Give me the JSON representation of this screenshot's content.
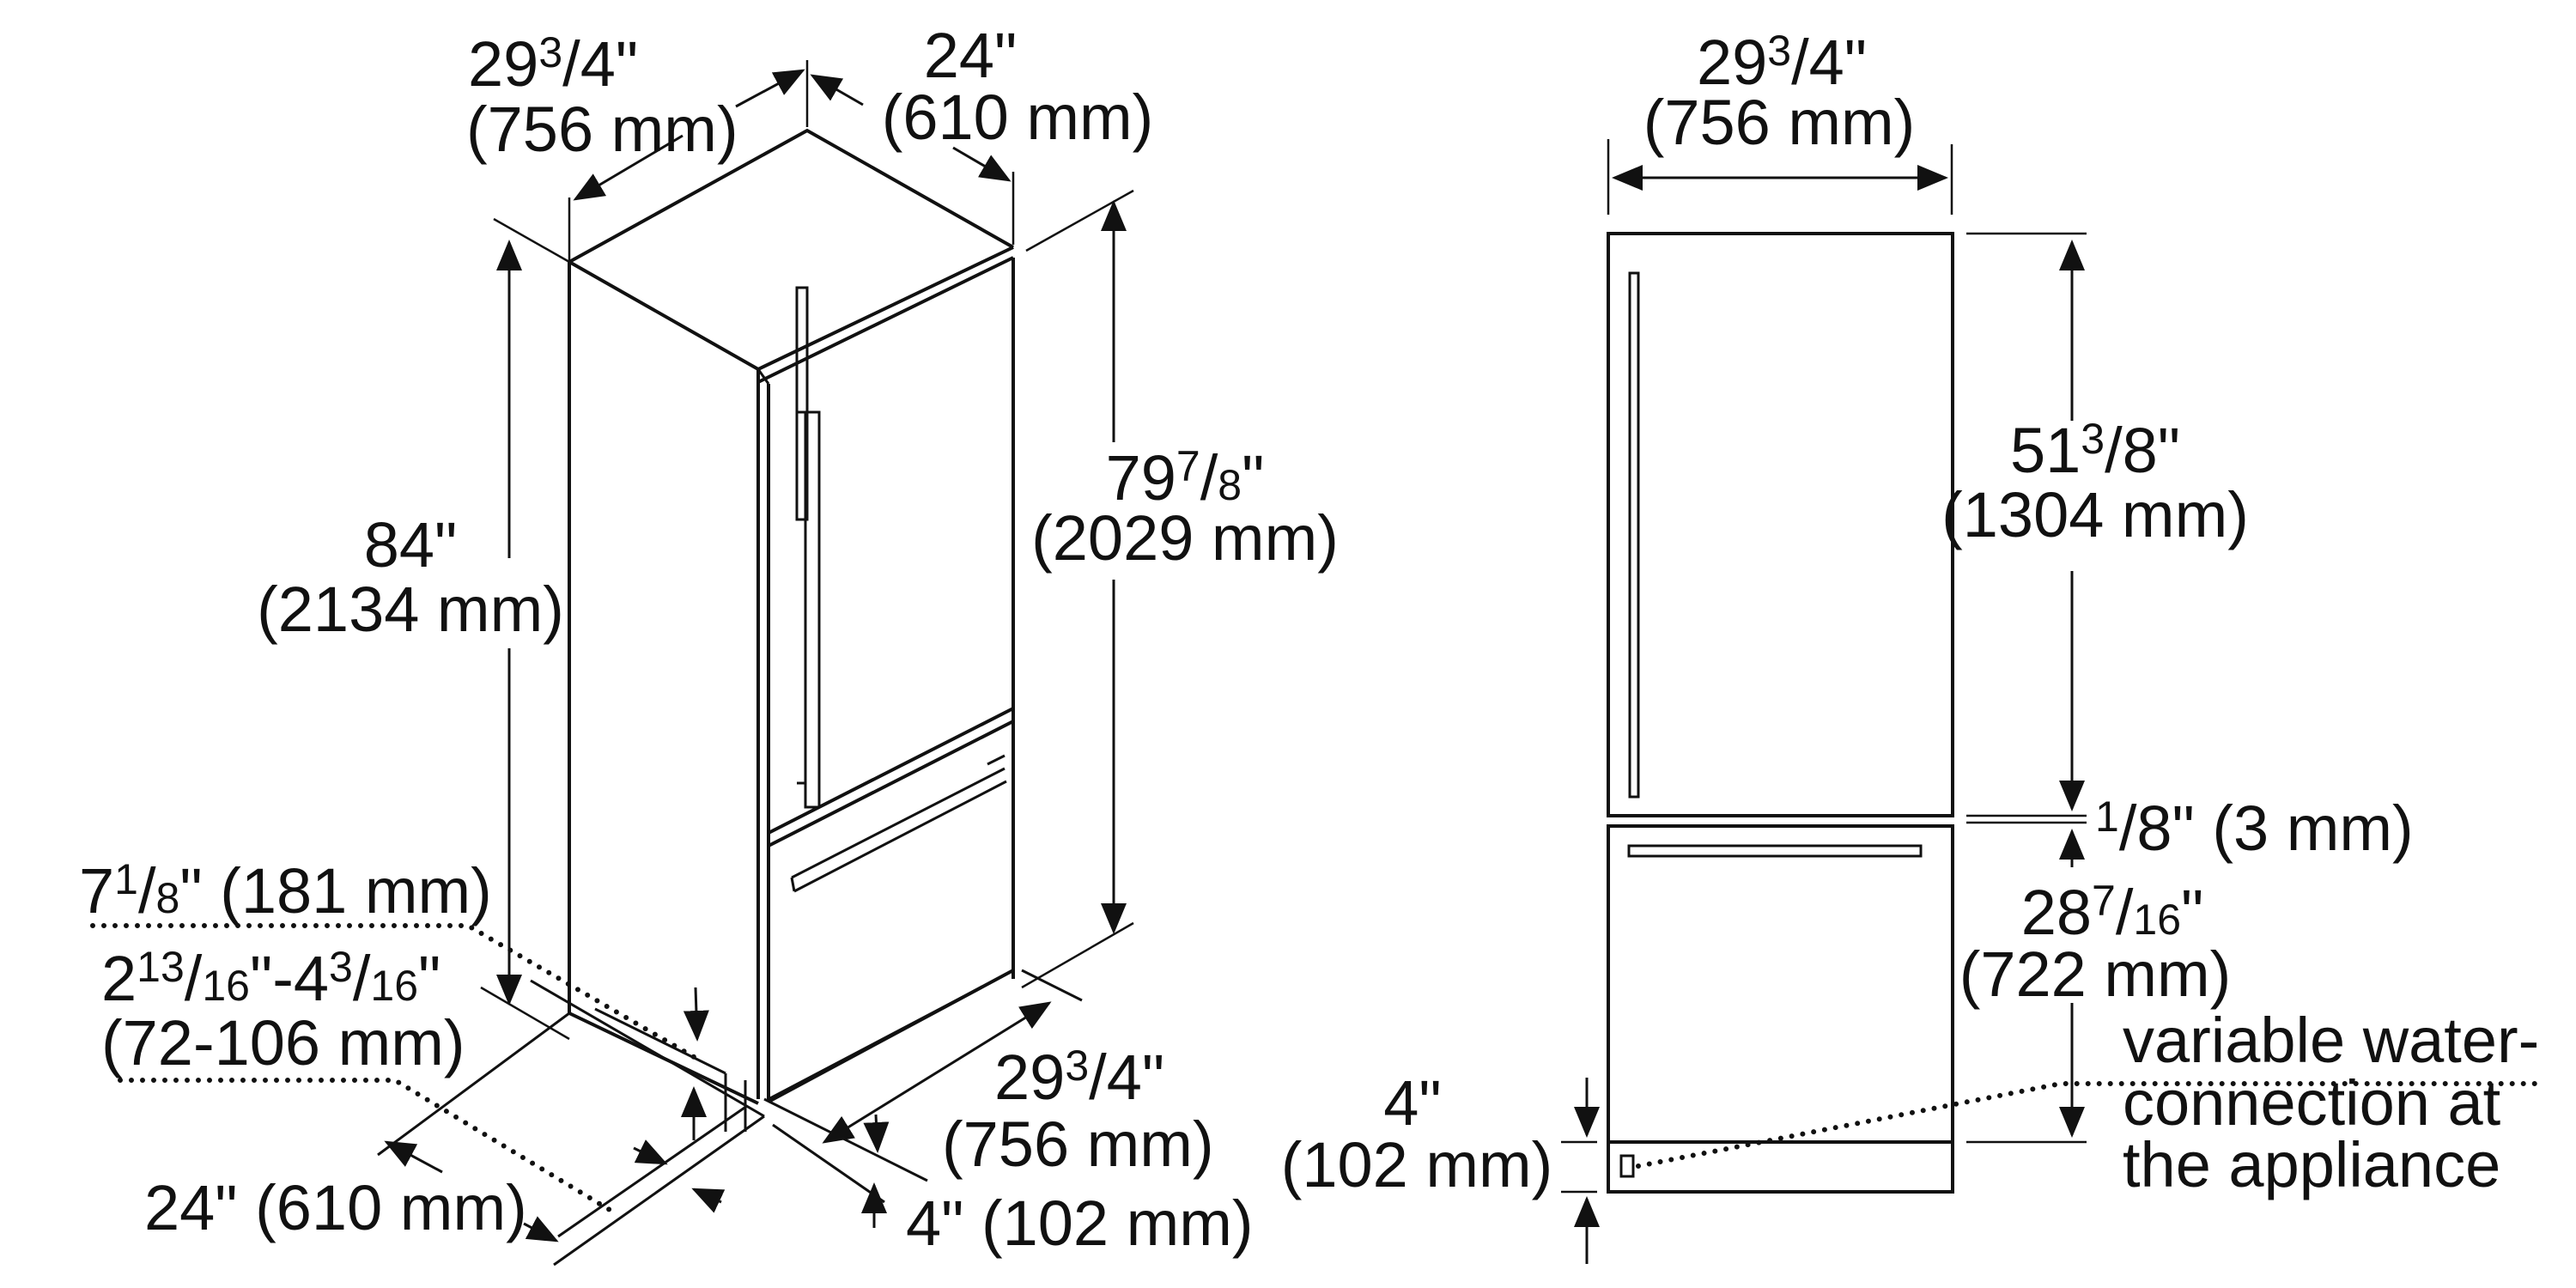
{
  "diagram": {
    "iso_view": {
      "top_width": {
        "whole": "29",
        "num": "3",
        "den": "4",
        "suffix": "\"",
        "metric": "(756 mm)"
      },
      "top_depth": {
        "line1": "24\"",
        "metric": "(610 mm)"
      },
      "overall_height": {
        "line1": "84\"",
        "metric": "(2134 mm)"
      },
      "cabinet_height": {
        "whole": "79",
        "num": "7",
        "den": "8",
        "suffix": "\"",
        "metric": "(2029 mm)"
      },
      "base_setback": {
        "whole": "7",
        "num": "1",
        "den": "8",
        "suffix": "\"",
        "metric": "(181 mm)"
      },
      "toe_kick_range": {
        "a_whole": "2",
        "a_num": "13",
        "a_den": "16",
        "sep": "\"-",
        "b_whole": "4",
        "b_num": "3",
        "b_den": "16",
        "suffix": "\"",
        "metric": "(72-106 mm)"
      },
      "base_depth": {
        "text": "24\" (610 mm)"
      },
      "base_width": {
        "whole": "29",
        "num": "3",
        "den": "4",
        "suffix": "\"",
        "metric": "(756 mm)"
      },
      "base_height": {
        "text": "4\" (102 mm)"
      }
    },
    "front_view": {
      "width": {
        "whole": "29",
        "num": "3",
        "den": "4",
        "suffix": "\"",
        "metric": "(756 mm)"
      },
      "upper_door_height": {
        "whole": "51",
        "num": "3",
        "den": "8",
        "suffix": "\"",
        "metric": "(1304 mm)"
      },
      "door_gap": {
        "num": "1",
        "den": "8",
        "suffix": "\" (3 mm)"
      },
      "lower_door_height": {
        "whole": "28",
        "num": "7",
        "den": "16",
        "suffix": "\"",
        "metric": "(722 mm)"
      },
      "toe_kick_height": {
        "line1": "4\"",
        "metric": "(102 mm)"
      },
      "water_connection_note": {
        "line1": "variable water-",
        "line2": "connection at",
        "line3": "the appliance"
      }
    },
    "colors": {
      "line": "#111111",
      "background": "#ffffff"
    }
  }
}
